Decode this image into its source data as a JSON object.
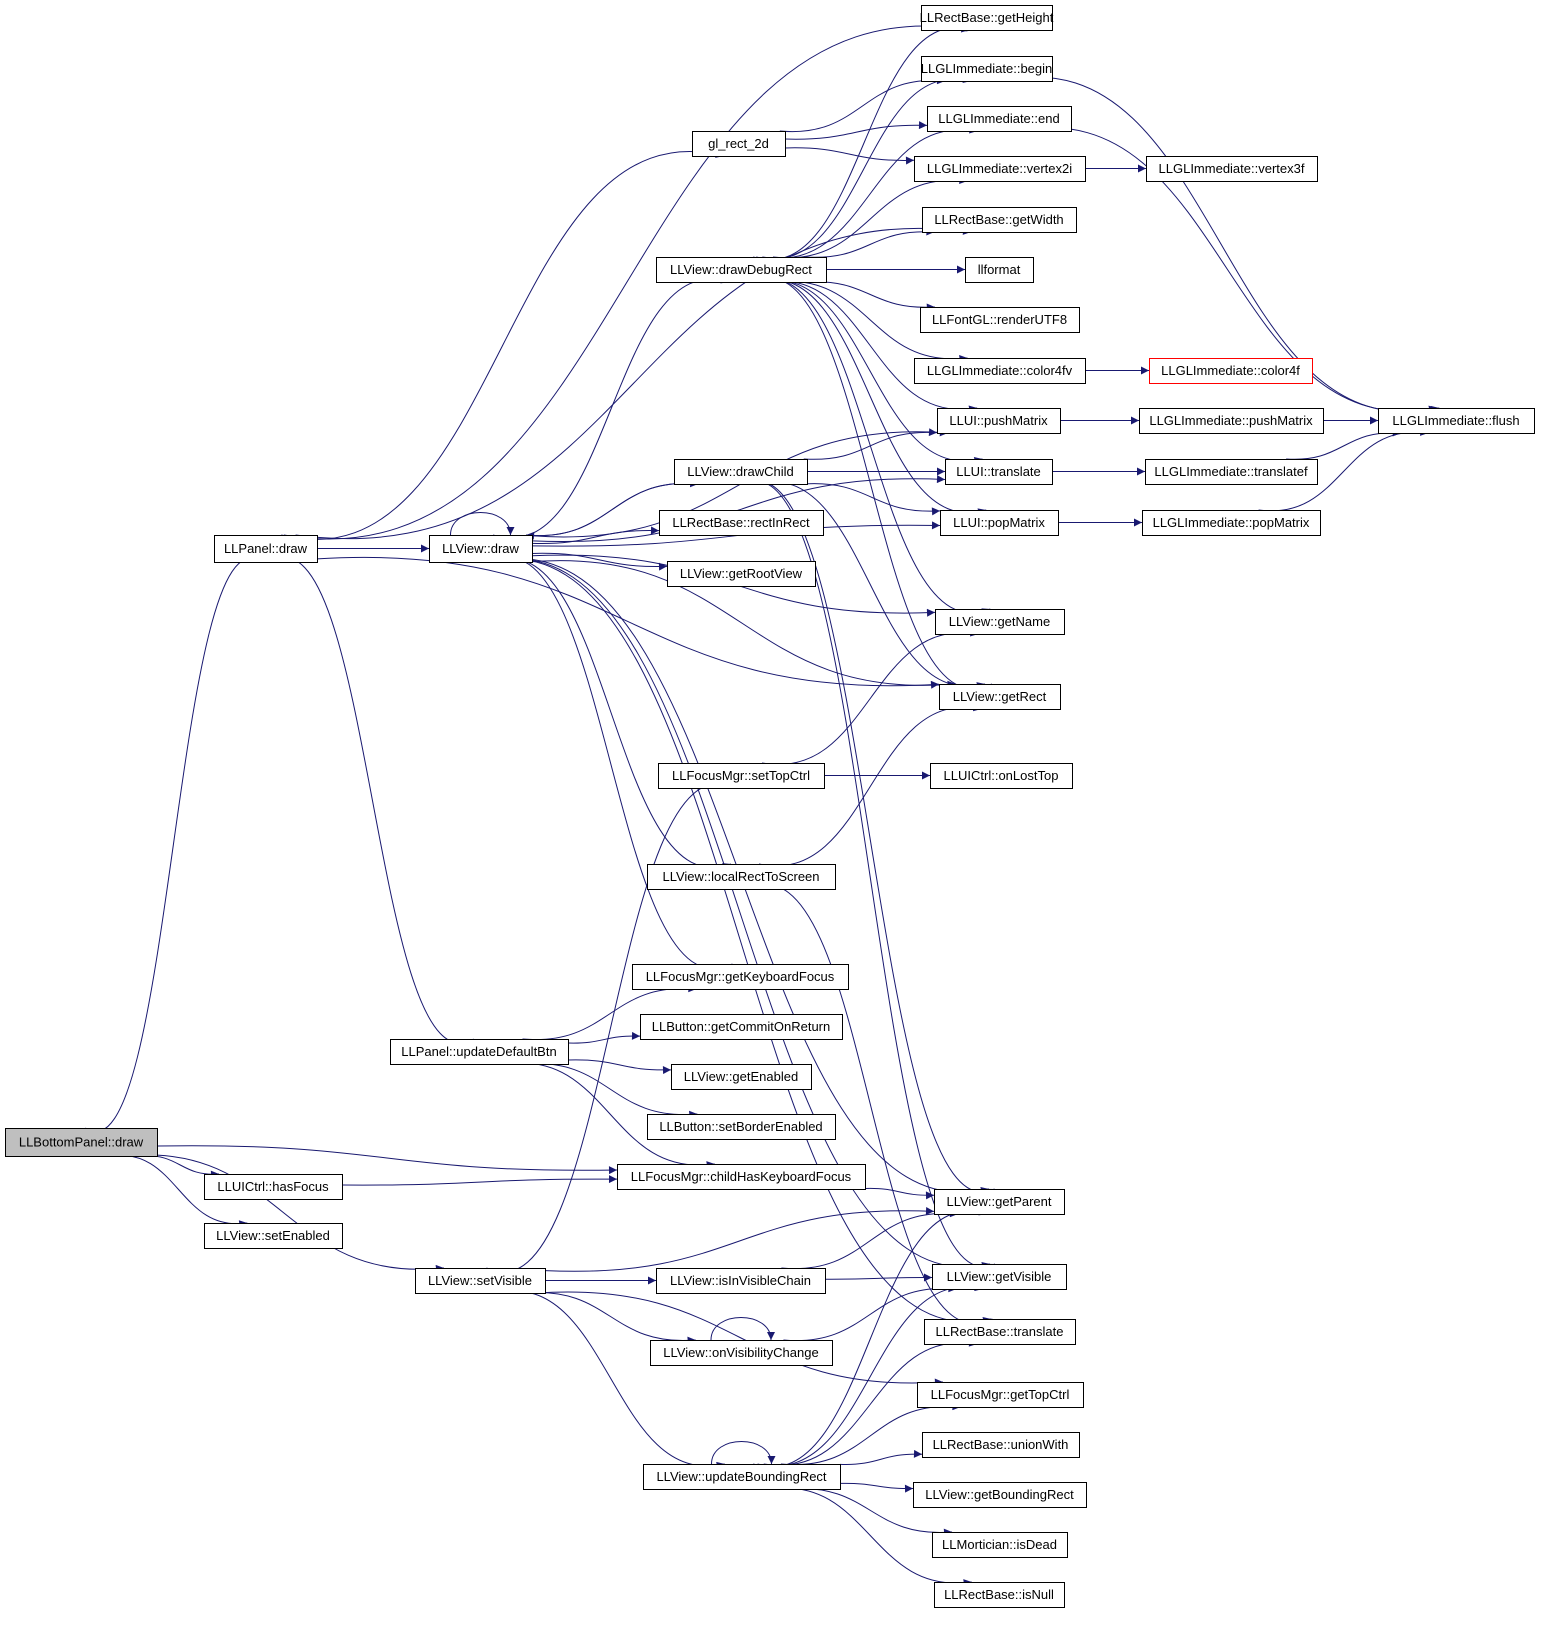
{
  "diagram": {
    "edge_color": "#191970",
    "root_fill": "#bfbfbf",
    "truncated_border": "#ff0000",
    "nodes": [
      {
        "id": "bottom_draw",
        "label": "LLBottomPanel::draw",
        "root": true
      },
      {
        "id": "panel_draw",
        "label": "LLPanel::draw"
      },
      {
        "id": "uictrl_hasfocus",
        "label": "LLUICtrl::hasFocus"
      },
      {
        "id": "view_setenabled",
        "label": "LLView::setEnabled"
      },
      {
        "id": "panel_updatedefaultbtn",
        "label": "LLPanel::updateDefaultBtn"
      },
      {
        "id": "view_setvisible",
        "label": "LLView::setVisible"
      },
      {
        "id": "view_draw",
        "label": "LLView::draw"
      },
      {
        "id": "gl_rect_2d",
        "label": "gl_rect_2d"
      },
      {
        "id": "view_drawdebugrect",
        "label": "LLView::drawDebugRect"
      },
      {
        "id": "view_drawchild",
        "label": "LLView::drawChild"
      },
      {
        "id": "rect_rectinrect",
        "label": "LLRectBase::rectInRect"
      },
      {
        "id": "view_getrootview",
        "label": "LLView::getRootView"
      },
      {
        "id": "focus_settopctrl",
        "label": "LLFocusMgr::setTopCtrl"
      },
      {
        "id": "view_localrecttoscreen",
        "label": "LLView::localRectToScreen"
      },
      {
        "id": "focus_getkeyboardfocus",
        "label": "LLFocusMgr::getKeyboardFocus"
      },
      {
        "id": "button_getcommitonreturn",
        "label": "LLButton::getCommitOnReturn"
      },
      {
        "id": "view_getenabled",
        "label": "LLView::getEnabled"
      },
      {
        "id": "button_setborderenabled",
        "label": "LLButton::setBorderEnabled"
      },
      {
        "id": "focus_childhaskeyboardfocus",
        "label": "LLFocusMgr::childHasKeyboardFocus"
      },
      {
        "id": "view_isinvisiblechain",
        "label": "LLView::isInVisibleChain"
      },
      {
        "id": "view_onvisibilitychange",
        "label": "LLView::onVisibilityChange"
      },
      {
        "id": "view_updateboundingrect",
        "label": "LLView::updateBoundingRect"
      },
      {
        "id": "rect_getheight",
        "label": "LLRectBase::getHeight"
      },
      {
        "id": "glimm_begin",
        "label": "LLGLImmediate::begin"
      },
      {
        "id": "glimm_end",
        "label": "LLGLImmediate::end"
      },
      {
        "id": "glimm_vertex2i",
        "label": "LLGLImmediate::vertex2i"
      },
      {
        "id": "rect_getwidth",
        "label": "LLRectBase::getWidth"
      },
      {
        "id": "llformat",
        "label": "llformat"
      },
      {
        "id": "font_renderutf8",
        "label": "LLFontGL::renderUTF8"
      },
      {
        "id": "glimm_color4fv",
        "label": "LLGLImmediate::color4fv"
      },
      {
        "id": "ui_pushmatrix",
        "label": "LLUI::pushMatrix"
      },
      {
        "id": "ui_translate",
        "label": "LLUI::translate"
      },
      {
        "id": "ui_popmatrix",
        "label": "LLUI::popMatrix"
      },
      {
        "id": "view_getname",
        "label": "LLView::getName"
      },
      {
        "id": "view_getrect",
        "label": "LLView::getRect"
      },
      {
        "id": "uictrl_onlosttop",
        "label": "LLUICtrl::onLostTop"
      },
      {
        "id": "view_getparent",
        "label": "LLView::getParent"
      },
      {
        "id": "view_getvisible",
        "label": "LLView::getVisible"
      },
      {
        "id": "rect_translate",
        "label": "LLRectBase::translate"
      },
      {
        "id": "focus_gettopctrl",
        "label": "LLFocusMgr::getTopCtrl"
      },
      {
        "id": "rect_unionwith",
        "label": "LLRectBase::unionWith"
      },
      {
        "id": "view_getboundingrect",
        "label": "LLView::getBoundingRect"
      },
      {
        "id": "mortician_isdead",
        "label": "LLMortician::isDead"
      },
      {
        "id": "rect_isnull",
        "label": "LLRectBase::isNull"
      },
      {
        "id": "glimm_vertex3f",
        "label": "LLGLImmediate::vertex3f"
      },
      {
        "id": "glimm_color4f",
        "label": "LLGLImmediate::color4f",
        "truncated": true
      },
      {
        "id": "glimm_pushmatrix",
        "label": "LLGLImmediate::pushMatrix"
      },
      {
        "id": "glimm_translatef",
        "label": "LLGLImmediate::translatef"
      },
      {
        "id": "glimm_popmatrix",
        "label": "LLGLImmediate::popMatrix"
      },
      {
        "id": "glimm_flush",
        "label": "LLGLImmediate::flush"
      }
    ],
    "edges": [
      [
        "bottom_draw",
        "panel_draw"
      ],
      [
        "bottom_draw",
        "uictrl_hasfocus"
      ],
      [
        "bottom_draw",
        "view_setenabled"
      ],
      [
        "bottom_draw",
        "focus_childhaskeyboardfocus"
      ],
      [
        "bottom_draw",
        "view_setvisible"
      ],
      [
        "uictrl_hasfocus",
        "focus_childhaskeyboardfocus"
      ],
      [
        "panel_draw",
        "rect_getheight"
      ],
      [
        "panel_draw",
        "gl_rect_2d"
      ],
      [
        "panel_draw",
        "rect_getwidth"
      ],
      [
        "panel_draw",
        "view_draw"
      ],
      [
        "panel_draw",
        "view_getrect"
      ],
      [
        "panel_draw",
        "panel_updatedefaultbtn"
      ],
      [
        "gl_rect_2d",
        "glimm_begin"
      ],
      [
        "gl_rect_2d",
        "glimm_end"
      ],
      [
        "gl_rect_2d",
        "glimm_vertex2i"
      ],
      [
        "glimm_begin",
        "glimm_flush"
      ],
      [
        "glimm_end",
        "glimm_flush"
      ],
      [
        "glimm_vertex2i",
        "glimm_vertex3f"
      ],
      [
        "glimm_color4fv",
        "glimm_color4f"
      ],
      [
        "view_draw",
        "view_draw"
      ],
      [
        "view_draw",
        "view_drawdebugrect"
      ],
      [
        "view_draw",
        "ui_pushmatrix"
      ],
      [
        "view_draw",
        "ui_translate"
      ],
      [
        "view_draw",
        "view_drawchild"
      ],
      [
        "view_draw",
        "ui_popmatrix"
      ],
      [
        "view_draw",
        "rect_rectinrect"
      ],
      [
        "view_draw",
        "view_getrootview"
      ],
      [
        "view_draw",
        "view_getname"
      ],
      [
        "view_draw",
        "view_getrect"
      ],
      [
        "view_draw",
        "view_localrecttoscreen"
      ],
      [
        "view_draw",
        "focus_getkeyboardfocus"
      ],
      [
        "view_draw",
        "view_getparent"
      ],
      [
        "view_draw",
        "view_getvisible"
      ],
      [
        "view_draw",
        "rect_translate"
      ],
      [
        "view_drawdebugrect",
        "rect_getheight"
      ],
      [
        "view_drawdebugrect",
        "glimm_begin"
      ],
      [
        "view_drawdebugrect",
        "glimm_end"
      ],
      [
        "view_drawdebugrect",
        "glimm_vertex2i"
      ],
      [
        "view_drawdebugrect",
        "rect_getwidth"
      ],
      [
        "view_drawdebugrect",
        "llformat"
      ],
      [
        "view_drawdebugrect",
        "font_renderutf8"
      ],
      [
        "view_drawdebugrect",
        "glimm_color4fv"
      ],
      [
        "view_drawdebugrect",
        "ui_pushmatrix"
      ],
      [
        "view_drawdebugrect",
        "ui_translate"
      ],
      [
        "view_drawdebugrect",
        "ui_popmatrix"
      ],
      [
        "view_drawdebugrect",
        "view_getname"
      ],
      [
        "view_drawdebugrect",
        "view_getrect"
      ],
      [
        "view_drawchild",
        "view_draw"
      ],
      [
        "view_drawchild",
        "ui_pushmatrix"
      ],
      [
        "view_drawchild",
        "ui_translate"
      ],
      [
        "view_drawchild",
        "ui_popmatrix"
      ],
      [
        "view_drawchild",
        "view_getrect"
      ],
      [
        "view_drawchild",
        "view_getvisible"
      ],
      [
        "view_drawchild",
        "view_getparent"
      ],
      [
        "ui_pushmatrix",
        "glimm_pushmatrix"
      ],
      [
        "ui_translate",
        "glimm_translatef"
      ],
      [
        "ui_popmatrix",
        "glimm_popmatrix"
      ],
      [
        "glimm_pushmatrix",
        "glimm_flush"
      ],
      [
        "glimm_translatef",
        "glimm_flush"
      ],
      [
        "glimm_popmatrix",
        "glimm_flush"
      ],
      [
        "focus_settopctrl",
        "view_getname"
      ],
      [
        "focus_settopctrl",
        "uictrl_onlosttop"
      ],
      [
        "view_localrecttoscreen",
        "view_getrect"
      ],
      [
        "view_localrecttoscreen",
        "rect_translate"
      ],
      [
        "panel_updatedefaultbtn",
        "focus_getkeyboardfocus"
      ],
      [
        "panel_updatedefaultbtn",
        "button_getcommitonreturn"
      ],
      [
        "panel_updatedefaultbtn",
        "view_getenabled"
      ],
      [
        "panel_updatedefaultbtn",
        "button_setborderenabled"
      ],
      [
        "panel_updatedefaultbtn",
        "focus_childhaskeyboardfocus"
      ],
      [
        "focus_childhaskeyboardfocus",
        "view_getparent"
      ],
      [
        "view_setvisible",
        "focus_settopctrl"
      ],
      [
        "view_setvisible",
        "view_getparent"
      ],
      [
        "view_setvisible",
        "view_isinvisiblechain"
      ],
      [
        "view_setvisible",
        "view_onvisibilitychange"
      ],
      [
        "view_setvisible",
        "focus_gettopctrl"
      ],
      [
        "view_setvisible",
        "view_updateboundingrect"
      ],
      [
        "view_isinvisiblechain",
        "view_getparent"
      ],
      [
        "view_isinvisiblechain",
        "view_getvisible"
      ],
      [
        "view_onvisibilitychange",
        "view_onvisibilitychange"
      ],
      [
        "view_onvisibilitychange",
        "view_getvisible"
      ],
      [
        "view_updateboundingrect",
        "view_updateboundingrect"
      ],
      [
        "view_updateboundingrect",
        "view_getparent"
      ],
      [
        "view_updateboundingrect",
        "view_getvisible"
      ],
      [
        "view_updateboundingrect",
        "rect_translate"
      ],
      [
        "view_updateboundingrect",
        "focus_gettopctrl"
      ],
      [
        "view_updateboundingrect",
        "rect_unionwith"
      ],
      [
        "view_updateboundingrect",
        "view_getboundingrect"
      ],
      [
        "view_updateboundingrect",
        "mortician_isdead"
      ],
      [
        "view_updateboundingrect",
        "rect_isnull"
      ]
    ]
  }
}
